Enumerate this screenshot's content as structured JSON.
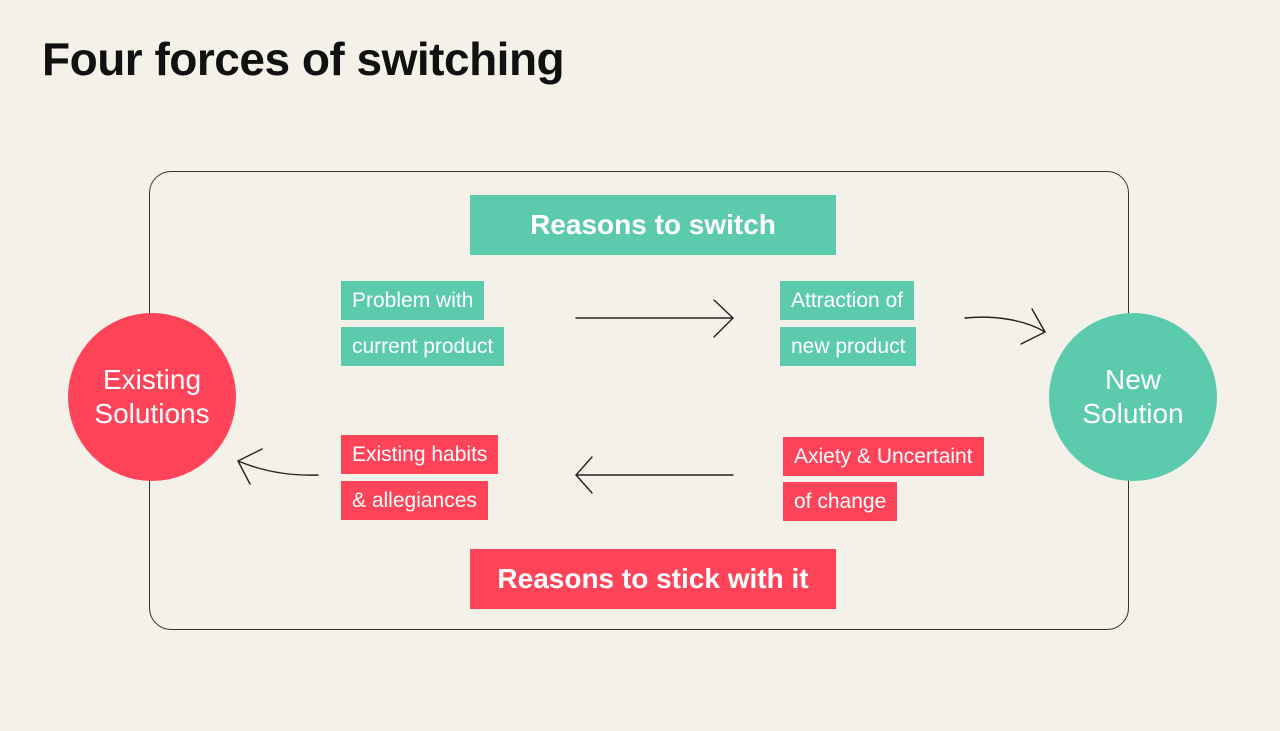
{
  "title": "Four forces of switching",
  "colors": {
    "background": "#f4f1e8",
    "green": "#5ccbad",
    "red": "#ff4459",
    "outline": "#333333"
  },
  "headings": {
    "reasons_to_switch": "Reasons to switch",
    "reasons_to_stick": "Reasons to stick with it"
  },
  "forces": {
    "push": {
      "line1": "Problem with",
      "line2": "current product"
    },
    "pull": {
      "line1": "Attraction of",
      "line2": "new product"
    },
    "habit": {
      "line1": "Existing habits",
      "line2": "& allegiances"
    },
    "anxiety": {
      "line1": "Axiety & Uncertaint",
      "line2": "of change"
    }
  },
  "nodes": {
    "existing": {
      "line1": "Existing",
      "line2": "Solutions"
    },
    "new": {
      "line1": "New",
      "line2": "Solution"
    }
  }
}
